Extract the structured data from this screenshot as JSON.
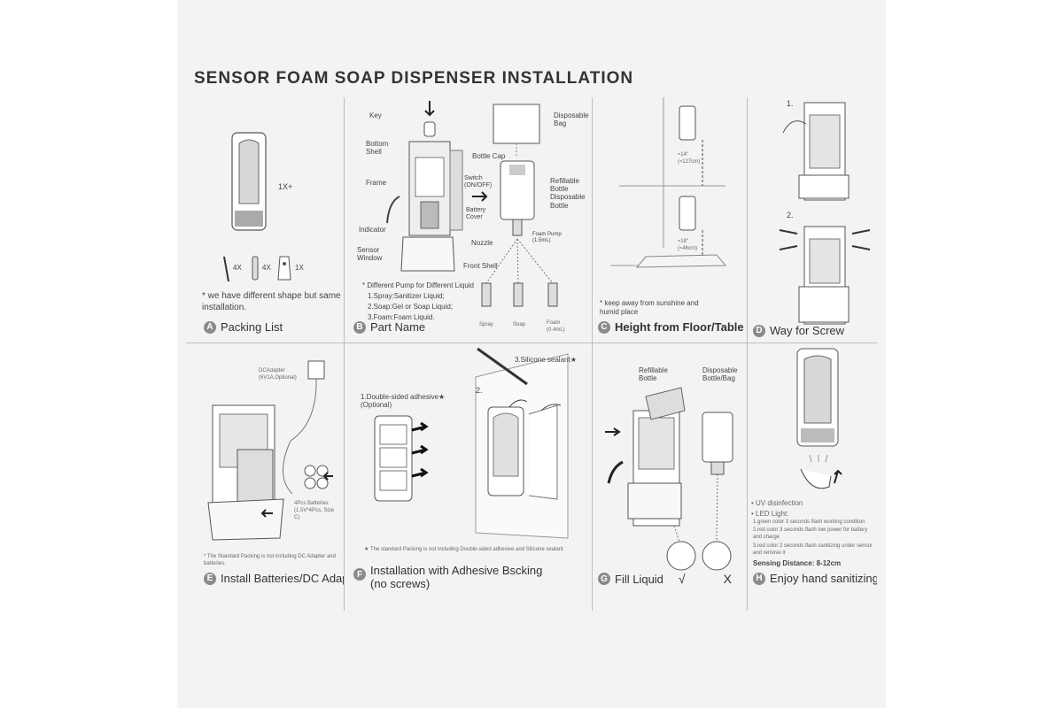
{
  "title": "SENSOR FOAM SOAP DISPENSER INSTALLATION",
  "panel_a": {
    "letter": "A",
    "caption": "Packing List",
    "qty_dispenser": "1X+",
    "qty_screws": "4X",
    "qty_anchors": "4X",
    "qty_key": "1X",
    "note": "* we have different shape but same installation."
  },
  "panel_b": {
    "letter": "B",
    "caption": "Part Name",
    "labels": {
      "key": "Key",
      "bottom_shell": "Bottom Shell",
      "frame": "Frame",
      "indicator": "Indicator",
      "sensor_window": "Sensor Window",
      "switch": "Switch (ON/OFF)",
      "battery_cover": "Battery Cover",
      "nozzle": "Nozzle",
      "front_shell": "Front Shell",
      "disposable_bag": "Disposable Bag",
      "bottle_cap": "Bottle Cap",
      "refillable_bottle": "Refillable Bottle Disposable Bottle",
      "foam_pump": "Foam Pump (1.5mL)",
      "spray": "Spray",
      "soap": "Soap",
      "foam": "Foam (0.4mL)"
    },
    "pump_notes": [
      "* Different Pump for Different Liquid",
      "1.Spray:Sanitizer Liquid;",
      "2.Soap:Gel or Soap Liquid;",
      "3.Foam:Foam Liquid."
    ]
  },
  "panel_c": {
    "letter": "C",
    "caption": "Height from Floor/Table",
    "dim_top": "≈14\" (≈127cm)",
    "dim_bottom": "≈18\" (≈46cm)",
    "note": "* keep away from sunshine and humid place"
  },
  "panel_d": {
    "letter": "D",
    "caption": "Way for Screw",
    "step1": "1.",
    "step2": "2."
  },
  "panel_e": {
    "letter": "E",
    "caption": "Install Batteries/DC Adapter",
    "dc_label": "DCAdapter (6V1A,Optional)",
    "battery_label": "4Pcs Batteries (1.5V*4Pcs, Size C)",
    "note": "* The Standard Packing is not including DC Adapter and batteries."
  },
  "panel_f": {
    "letter": "F",
    "caption_line1": "Installation with Adhesive Bscking",
    "caption_line2": "(no screws)",
    "step1": "1.Double-sided adhesive★ (Optional)",
    "step2": "2.",
    "step3": "3.Silicone sealant★",
    "note": "★ The standard Packing is not including Double-sided adhesive and Silicone sealant"
  },
  "panel_g": {
    "letter": "G",
    "caption": "Fill Liquid",
    "refillable": "Refillable Bottle",
    "disposable": "Disposable Bottle/Bag",
    "check": "√",
    "cross": "X"
  },
  "panel_h": {
    "letter": "H",
    "caption": "Enjoy hand sanitizing",
    "uv": "• UV disinfection",
    "led": "• LED Light:",
    "led_lines": [
      "1.green color 3 seconds flash working condition",
      "2.red color 3 seconds flash low power for battery and charge",
      "3.red color 2 seconds flash sanitizing under sensor and remove it"
    ],
    "sensing": "Sensing Distance: 8-12cm"
  }
}
